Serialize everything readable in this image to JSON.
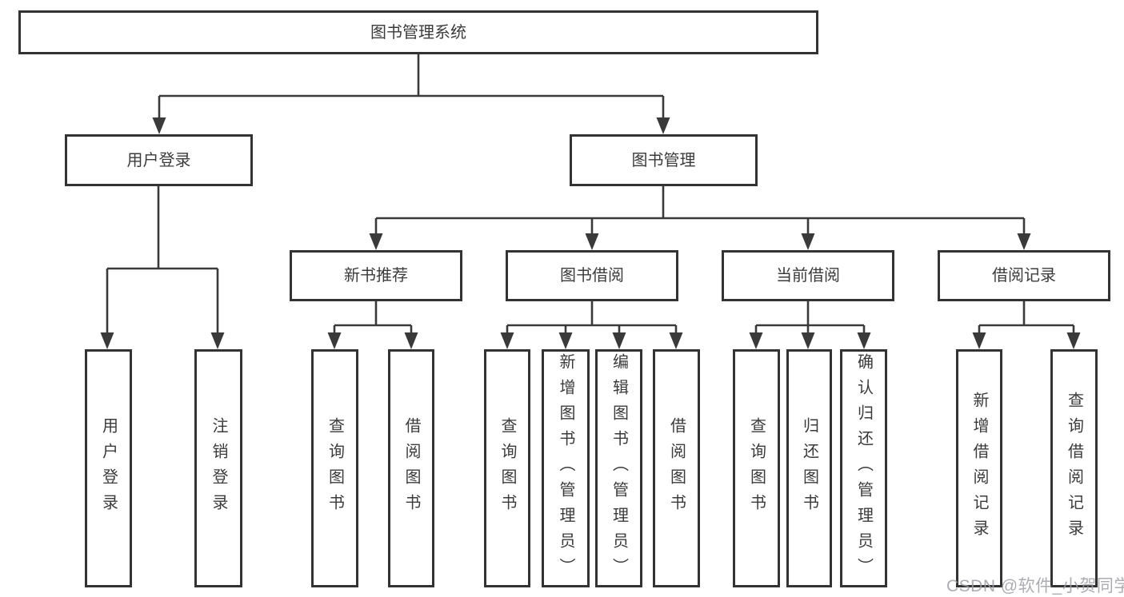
{
  "nodes": {
    "root": "图书管理系统",
    "level2": {
      "user_login": "用户登录",
      "book_management": "图书管理"
    },
    "level3": {
      "new_book_recommend": "新书推荐",
      "book_borrow": "图书借阅",
      "current_borrow": "当前借阅",
      "borrow_records": "借阅记录"
    },
    "leaves": {
      "login": [
        "用户登录",
        "注销登录"
      ],
      "recommend": [
        "查询图书",
        "借阅图书"
      ],
      "borrow": [
        "查询图书",
        "新增图书（管理员）",
        "编辑图书（管理员）",
        "借阅图书"
      ],
      "current": [
        "查询图书",
        "归还图书",
        "确认归还（管理员）"
      ],
      "records": [
        "新增借阅记录",
        "查询借阅记录"
      ]
    }
  },
  "watermark": {
    "text": "CSDN @软件_小贺同学"
  },
  "colors": {
    "background": "#ffffff",
    "box_border": "#333333",
    "line": "#3a3a3a",
    "text": "#3b3b3b",
    "watermark": "#9e9ea5"
  }
}
